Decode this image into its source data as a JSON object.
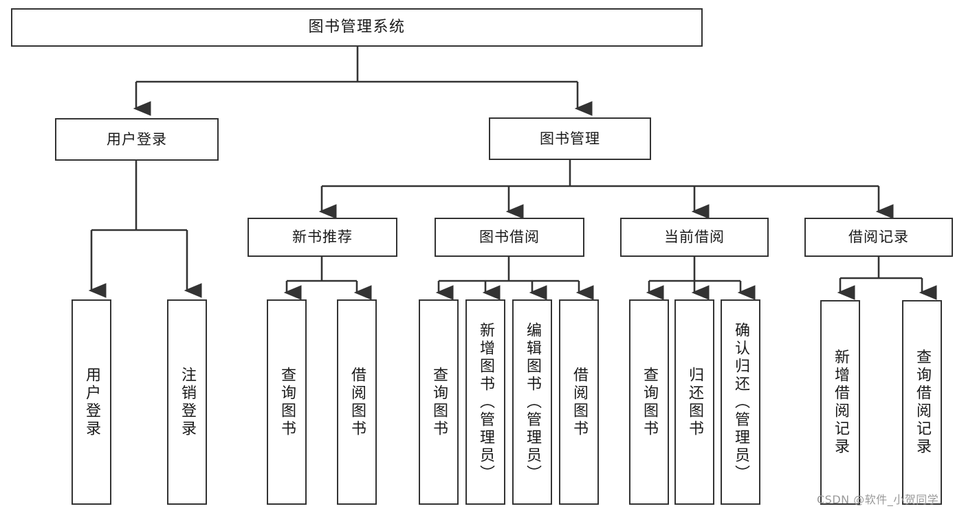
{
  "diagram": {
    "type": "tree",
    "title": "图书管理系统",
    "orientation": "top-down",
    "edge_style": "orthogonal-arrow",
    "colors": {
      "node_border": "#333333",
      "node_fill": "#ffffff",
      "edge": "#333333",
      "text": "#1a1a1a",
      "watermark": "#9a9a9a",
      "background": "#ffffff"
    }
  },
  "watermark": {
    "text": "CSDN @软件_小贺同学"
  },
  "nodes": {
    "root": {
      "label": "图书管理系统",
      "level": 0
    },
    "level1": [
      {
        "id": "user-login",
        "label": "用户登录"
      },
      {
        "id": "book-manage",
        "label": "图书管理"
      }
    ],
    "level2": [
      {
        "id": "new-book-recommend",
        "label": "新书推荐",
        "parent": "book-manage"
      },
      {
        "id": "book-borrow",
        "label": "图书借阅",
        "parent": "book-manage"
      },
      {
        "id": "current-borrow",
        "label": "当前借阅",
        "parent": "book-manage"
      },
      {
        "id": "borrow-record",
        "label": "借阅记录",
        "parent": "book-manage"
      }
    ],
    "leaves": [
      {
        "id": "leaf-user-login",
        "label": "用户登录",
        "parent": "user-login"
      },
      {
        "id": "leaf-logout-login",
        "label": "注销登录",
        "parent": "user-login"
      },
      {
        "id": "leaf-query-book-1",
        "label": "查询图书",
        "parent": "new-book-recommend"
      },
      {
        "id": "leaf-borrow-book-1",
        "label": "借阅图书",
        "parent": "new-book-recommend"
      },
      {
        "id": "leaf-query-book-2",
        "label": "查询图书",
        "parent": "book-borrow"
      },
      {
        "id": "leaf-add-book",
        "label": "新增图书（管理员）",
        "parent": "book-borrow"
      },
      {
        "id": "leaf-edit-book",
        "label": "编辑图书（管理员）",
        "parent": "book-borrow"
      },
      {
        "id": "leaf-borrow-book-2",
        "label": "借阅图书",
        "parent": "book-borrow"
      },
      {
        "id": "leaf-query-book-3",
        "label": "查询图书",
        "parent": "current-borrow"
      },
      {
        "id": "leaf-return-book",
        "label": "归还图书",
        "parent": "current-borrow"
      },
      {
        "id": "leaf-confirm-return",
        "label": "确认归还（管理员）",
        "parent": "current-borrow"
      },
      {
        "id": "leaf-add-record",
        "label": "新增借阅记录",
        "parent": "borrow-record"
      },
      {
        "id": "leaf-query-record",
        "label": "查询借阅记录",
        "parent": "borrow-record"
      }
    ]
  }
}
